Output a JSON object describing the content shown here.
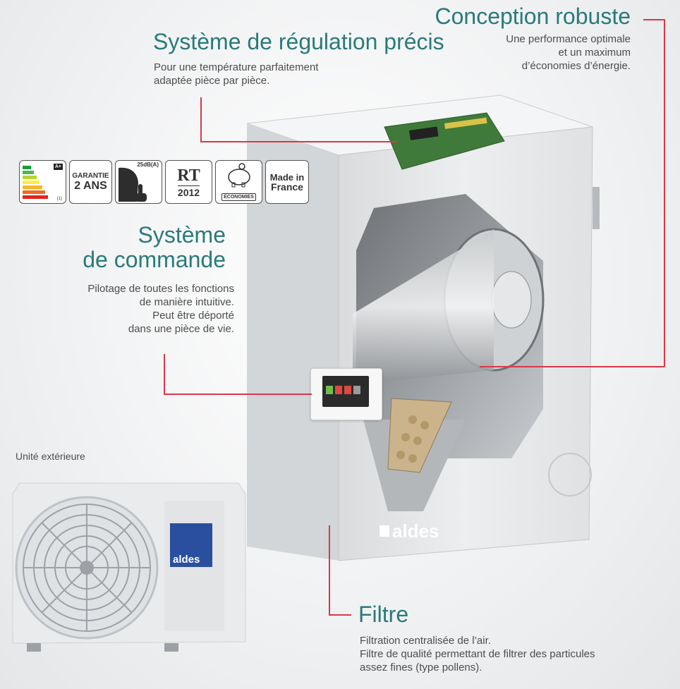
{
  "regulation": {
    "title": "Système de régulation précis",
    "desc_line1": "Pour une température parfaitement",
    "desc_line2": "adaptée pièce par pièce."
  },
  "conception": {
    "title": "Conception robuste",
    "desc_line1": "Une performance optimale",
    "desc_line2": "et un maximum",
    "desc_line3": "d’économies d’énergie."
  },
  "commande": {
    "title_line1": "Système",
    "title_line2": "de commande",
    "desc_line1": "Pilotage de toutes les fonctions",
    "desc_line2": "de manière intuitive.",
    "desc_line3": "Peut être déporté",
    "desc_line4": "dans une pièce de vie."
  },
  "filtre": {
    "title": "Filtre",
    "desc_line1": "Filtration centralisée de l’air.",
    "desc_line2": "Filtre de qualité permettant de filtrer des particules",
    "desc_line3": "assez fines (type pollens)."
  },
  "outdoor_label": "Unité extérieure",
  "badges": {
    "energy_class": "A+",
    "energy_note": "(1)",
    "garantie_line1": "GARANTIE",
    "garantie_line2": "2 ANS",
    "noise": "25dB(A)",
    "rt_line1": "RT",
    "rt_line2": "2012",
    "economies": "ECONOMIES",
    "made_line1": "Made in",
    "made_line2": "France"
  },
  "brand": "aldes",
  "colors": {
    "title_teal": "#2a7a7a",
    "leader_red": "#d9384a",
    "brand_blue": "#2a4f9e"
  }
}
